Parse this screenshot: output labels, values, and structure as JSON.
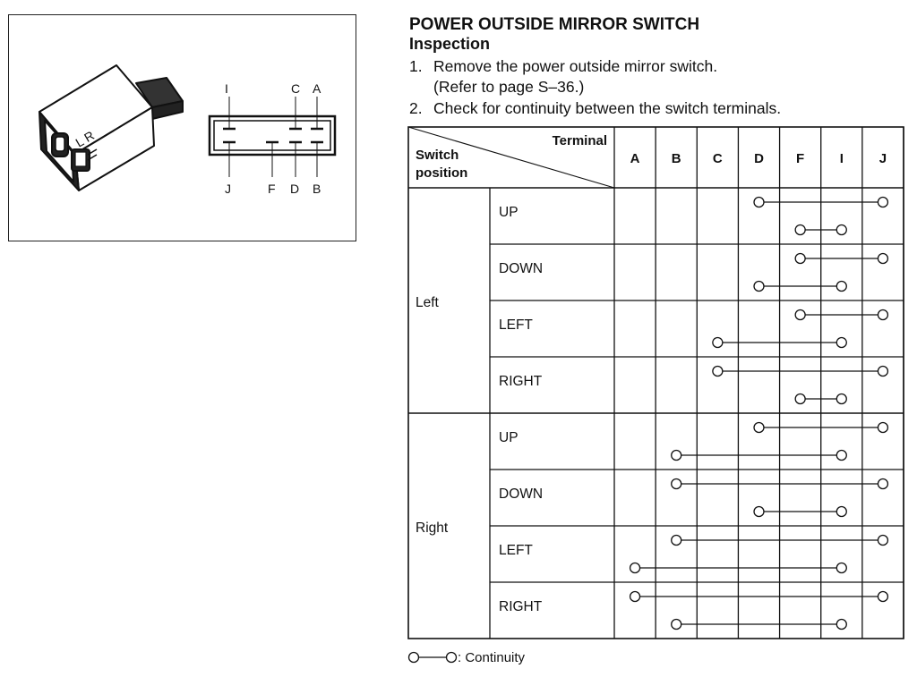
{
  "header": {
    "title": "POWER OUTSIDE MIRROR SWITCH",
    "subtitle": "Inspection"
  },
  "steps": [
    {
      "num": "1.",
      "line1": "Remove the power outside mirror switch.",
      "line2": "(Refer to page S–36.)"
    },
    {
      "num": "2.",
      "line1": "Check for continuity between the switch terminals."
    }
  ],
  "figure": {
    "switch_marking": "L R",
    "connector_top_pins": [
      "I",
      "C",
      "A"
    ],
    "connector_bottom_pins": [
      "J",
      "F",
      "D",
      "B"
    ]
  },
  "table": {
    "header_terminal": "Terminal",
    "header_position": "Switch position",
    "header_position_line1": "Switch",
    "header_position_line2": "position",
    "columns": [
      "A",
      "B",
      "C",
      "D",
      "F",
      "I",
      "J"
    ],
    "groups": [
      {
        "label": "Left",
        "rows": [
          {
            "label": "UP",
            "links": [
              [
                "D",
                "J"
              ],
              [
                "F",
                "I"
              ]
            ]
          },
          {
            "label": "DOWN",
            "links": [
              [
                "F",
                "J"
              ],
              [
                "D",
                "I"
              ]
            ]
          },
          {
            "label": "LEFT",
            "links": [
              [
                "F",
                "J"
              ],
              [
                "C",
                "I"
              ]
            ]
          },
          {
            "label": "RIGHT",
            "links": [
              [
                "C",
                "J"
              ],
              [
                "F",
                "I"
              ]
            ]
          }
        ]
      },
      {
        "label": "Right",
        "rows": [
          {
            "label": "UP",
            "links": [
              [
                "D",
                "J"
              ],
              [
                "B",
                "I"
              ]
            ]
          },
          {
            "label": "DOWN",
            "links": [
              [
                "B",
                "J"
              ],
              [
                "D",
                "I"
              ]
            ]
          },
          {
            "label": "LEFT",
            "links": [
              [
                "B",
                "J"
              ],
              [
                "A",
                "I"
              ]
            ]
          },
          {
            "label": "RIGHT",
            "links": [
              [
                "A",
                "J"
              ],
              [
                "B",
                "I"
              ]
            ]
          }
        ]
      }
    ]
  },
  "legend": {
    "label": ": Continuity"
  }
}
